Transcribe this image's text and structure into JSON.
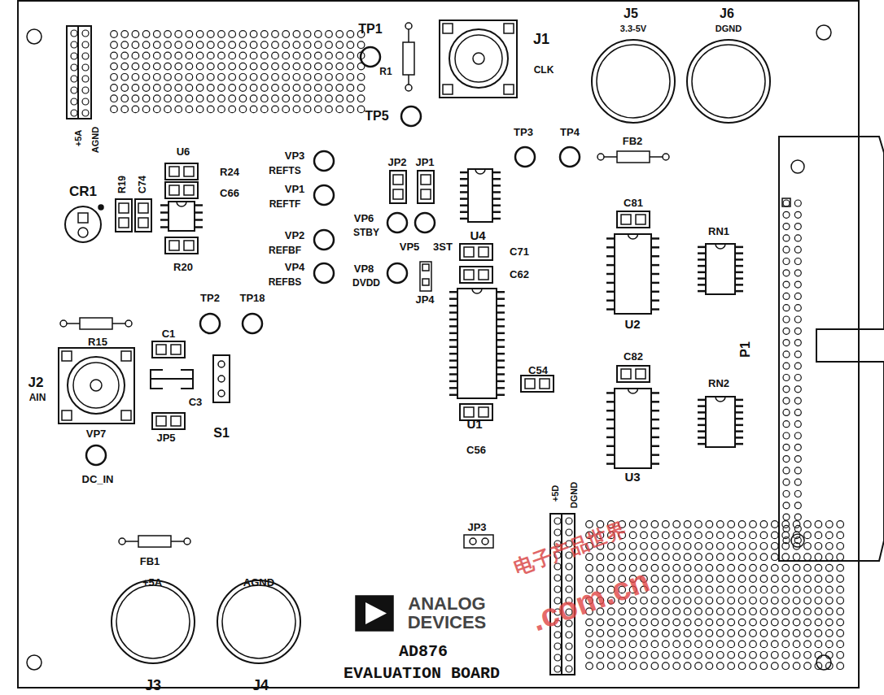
{
  "diagram": {
    "labels": [
      "TP1",
      "R1",
      "J1",
      "CLK",
      "TP5",
      "J5",
      "3.3-5V",
      "J6",
      "DGND",
      "+5A",
      "AGND",
      "U6",
      "R24",
      "C66",
      "CR1",
      "R19",
      "C74",
      "R20",
      "VP3",
      "REFTS",
      "VP1",
      "REFTF",
      "VP2",
      "REFBF",
      "VP4",
      "REFBS",
      "JP2",
      "JP1",
      "VP6",
      "STBY",
      "VP5",
      "3ST",
      "VP8",
      "DVDD",
      "JP4",
      "U4",
      "C71",
      "C62",
      "TP3",
      "TP4",
      "FB2",
      "C81",
      "RN1",
      "U2",
      "P1",
      "RN2",
      "C82",
      "U3",
      "C54",
      "U1",
      "C56",
      "TP2",
      "TP18",
      "R15",
      "C1",
      "J2",
      "AIN",
      "C3",
      "JP5",
      "S1",
      "VP7",
      "DC_IN",
      "+5D",
      "DGND",
      "JP3",
      "FB1",
      "+5A",
      "AGND",
      "ANALOG",
      "DEVICES",
      "AD876",
      "EVALUATION BOARD",
      "J3",
      "J4",
      "电子产品世界",
      ".com.cn"
    ]
  }
}
